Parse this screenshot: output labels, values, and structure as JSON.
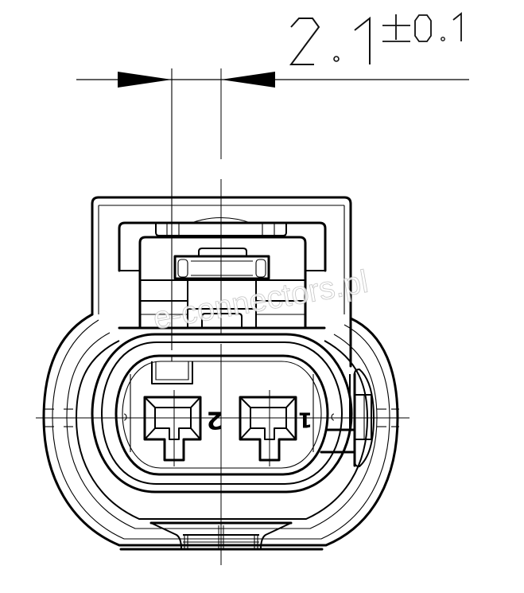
{
  "drawing": {
    "subject": "2-pin automotive connector, front (mating face) view",
    "dimension": {
      "nominal": "2.1",
      "tolerance": "±0.1",
      "nominal_parts": [
        "2",
        ".",
        "1"
      ],
      "tolerance_parts": [
        "±",
        "0",
        ".",
        "1"
      ]
    },
    "pins": [
      {
        "id": "pin-2",
        "label": "2"
      },
      {
        "id": "pin-1",
        "label": "1"
      }
    ],
    "watermark": "e-connectors.pl",
    "colors": {
      "line": "#000000",
      "background": "#ffffff",
      "watermark": "#bbbbbb"
    }
  }
}
